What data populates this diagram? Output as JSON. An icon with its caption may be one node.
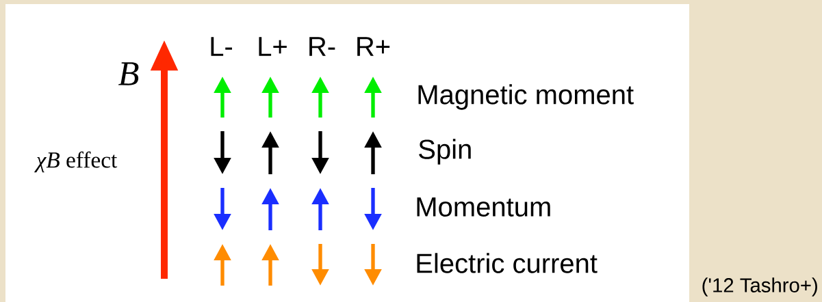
{
  "diagram": {
    "labels": [
      "L-",
      "L+",
      "R-",
      "R+",
      "B",
      "*χB* effect",
      "Magnetic moment",
      "Spin",
      "Momentum",
      "Electric current",
      "('12 Tashro+)"
    ]
  }
}
